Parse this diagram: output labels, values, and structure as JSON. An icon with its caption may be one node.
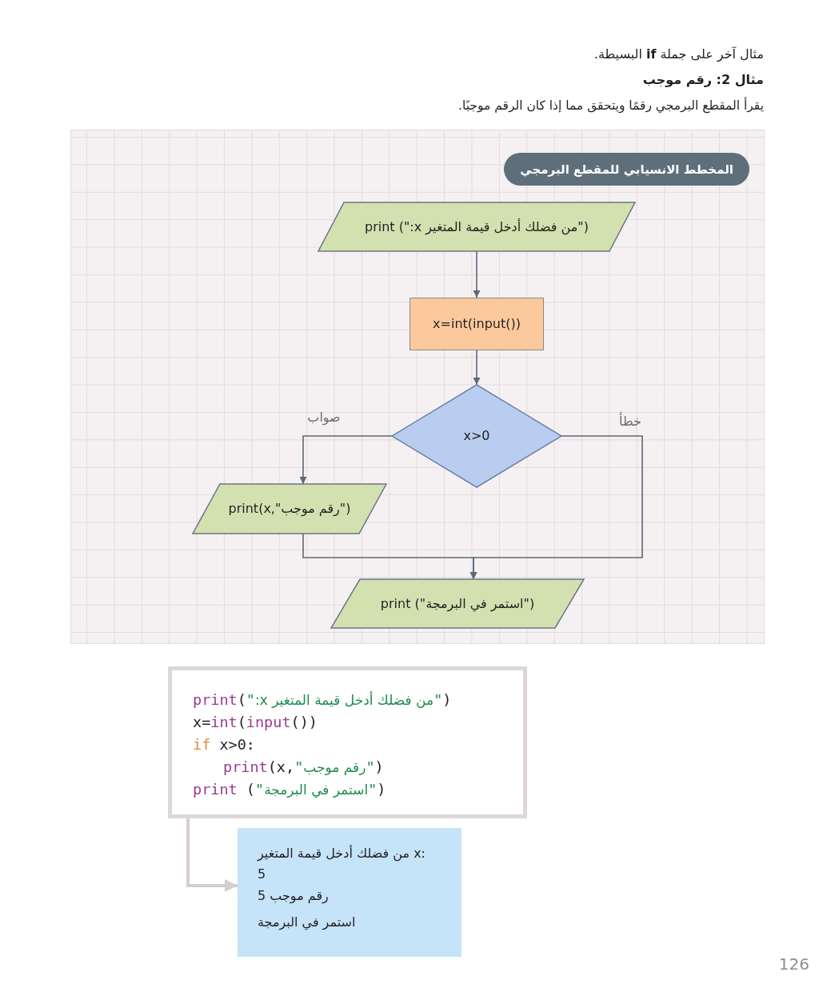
{
  "diagram": {
    "nodes": [
      {
        "text": [
          "المخطط الانسيابي للمقطع البرمجي"
        ]
      },
      {
        "text": [
          "print (\"من فضلك أدخل قيمة المتغير x:\")"
        ],
        "in": 0
      },
      {
        "text": [
          "x=int(input())"
        ],
        "in": 0
      },
      {
        "text": [
          "x>0"
        ],
        "in": 0
      },
      {
        "text": [
          "print(x,\"رقم موجب\")"
        ],
        "in": 0
      },
      {
        "text": [
          "print (\"استمر في البرمجة\")"
        ],
        "in": 0
      },
      {
        "text": [
          "print(\"من فضلك أدخل قيمة المتغير x:\")",
          "x=int(input())",
          "if x>0:",
          "print(x,\"رقم موجب\")",
          "print (\"استمر في البرمجة\")"
        ]
      },
      {
        "text": [
          "من فضلك أدخل قيمة المتغير x:",
          "5",
          "5 رقم موجب",
          "استمر في البرمجة"
        ]
      }
    ],
    "edges": [
      {
        "from": 1,
        "to": 2,
        "arrow": "to"
      },
      {
        "from": 2,
        "to": 3,
        "arrow": "to"
      },
      {
        "from": 3,
        "to": 4,
        "arrow": "to",
        "label": "صواب"
      },
      {
        "from": 3,
        "to": 5,
        "arrow": "to",
        "label": "خطأ"
      },
      {
        "from": 4,
        "to": 5,
        "arrow": "to"
      },
      {
        "from": 6,
        "to": 7,
        "arrow": "to",
        "style": "thick",
        "color": "#d6cdd1"
      }
    ],
    "labels": [
      "مثال آخر على جملة **if** البسيطة.",
      "مثال 2: رقم موجب",
      "يقرأ المقطع البرمجي رقمًا ويتحقق مما إذا كان الرقم موجبًا.",
      "126"
    ]
  }
}
